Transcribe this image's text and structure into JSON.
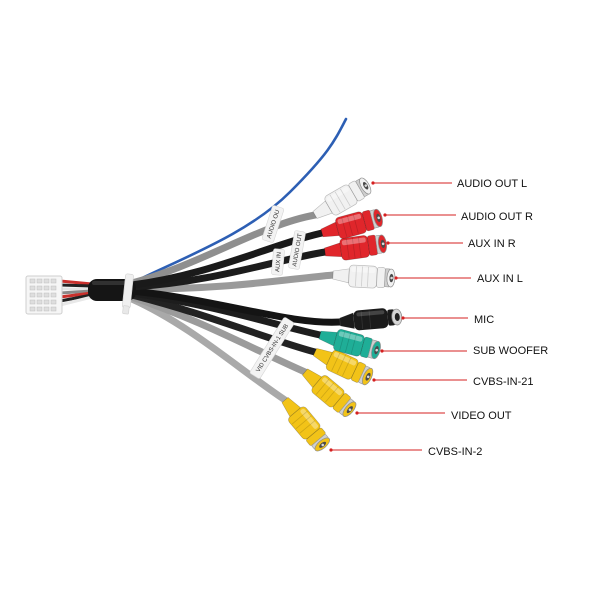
{
  "labels": [
    {
      "text": "AUDIO OUT L",
      "plug_color": "#f1f1f1"
    },
    {
      "text": "AUDIO OUT R",
      "plug_color": "#e0262b"
    },
    {
      "text": "AUX IN R",
      "plug_color": "#e0262b"
    },
    {
      "text": "AUX IN L",
      "plug_color": "#f1f1f1"
    },
    {
      "text": "MIC",
      "plug_color": "#1b1b1b"
    },
    {
      "text": "SUB WOOFER",
      "plug_color": "#1fae97"
    },
    {
      "text": "CVBS-IN-21",
      "plug_color": "#f2c318"
    },
    {
      "text": "VIDEO OUT",
      "plug_color": "#f2c318"
    },
    {
      "text": "CVBS-IN-2",
      "plug_color": "#f2c318"
    }
  ],
  "sleeve_tags": [
    "AUDIO OU",
    "AUDIO OUT",
    "AUX IN",
    "VID CVBS-IN-1 SUB"
  ],
  "colors": {
    "leader_line": "#d42020",
    "blue_wire": "#2d5fb4",
    "background": "#ffffff"
  }
}
